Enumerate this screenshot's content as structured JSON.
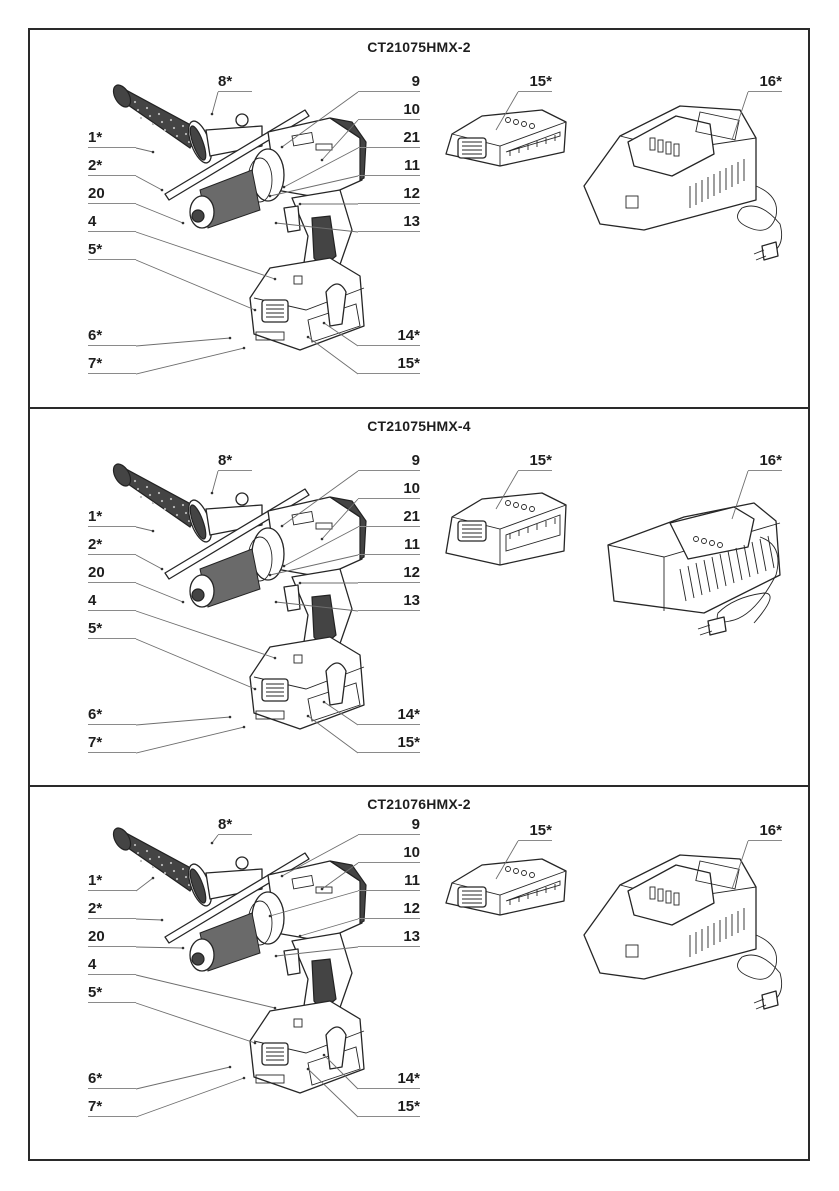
{
  "document": {
    "sections": [
      {
        "model": "CT21075HMX-2",
        "battery_variant": "compact",
        "charger_variant": "standard",
        "drill_labels": [
          {
            "text": "1*",
            "side": "left"
          },
          {
            "text": "2*",
            "side": "left"
          },
          {
            "text": "20",
            "side": "left"
          },
          {
            "text": "4",
            "side": "left"
          },
          {
            "text": "5*",
            "side": "left"
          },
          {
            "text": "6*",
            "side": "left"
          },
          {
            "text": "7*",
            "side": "left"
          },
          {
            "text": "8*",
            "side": "top"
          },
          {
            "text": "9",
            "side": "right"
          },
          {
            "text": "10",
            "side": "right"
          },
          {
            "text": "21",
            "side": "right"
          },
          {
            "text": "11",
            "side": "right"
          },
          {
            "text": "12",
            "side": "right"
          },
          {
            "text": "13",
            "side": "right"
          },
          {
            "text": "14*",
            "side": "right"
          },
          {
            "text": "15*",
            "side": "right"
          }
        ],
        "battery_label": "15*",
        "charger_label": "16*"
      },
      {
        "model": "CT21075HMX-4",
        "battery_variant": "large",
        "charger_variant": "fast",
        "drill_labels": [
          {
            "text": "1*",
            "side": "left"
          },
          {
            "text": "2*",
            "side": "left"
          },
          {
            "text": "20",
            "side": "left"
          },
          {
            "text": "4",
            "side": "left"
          },
          {
            "text": "5*",
            "side": "left"
          },
          {
            "text": "6*",
            "side": "left"
          },
          {
            "text": "7*",
            "side": "left"
          },
          {
            "text": "8*",
            "side": "top"
          },
          {
            "text": "9",
            "side": "right"
          },
          {
            "text": "10",
            "side": "right"
          },
          {
            "text": "21",
            "side": "right"
          },
          {
            "text": "11",
            "side": "right"
          },
          {
            "text": "12",
            "side": "right"
          },
          {
            "text": "13",
            "side": "right"
          },
          {
            "text": "14*",
            "side": "right"
          },
          {
            "text": "15*",
            "side": "right"
          }
        ],
        "battery_label": "15*",
        "charger_label": "16*"
      },
      {
        "model": "CT21076HMX-2",
        "battery_variant": "compact",
        "charger_variant": "standard",
        "drill_labels": [
          {
            "text": "1*",
            "side": "left"
          },
          {
            "text": "2*",
            "side": "left"
          },
          {
            "text": "20",
            "side": "left"
          },
          {
            "text": "4",
            "side": "left"
          },
          {
            "text": "5*",
            "side": "left"
          },
          {
            "text": "6*",
            "side": "left"
          },
          {
            "text": "7*",
            "side": "left"
          },
          {
            "text": "8*",
            "side": "top"
          },
          {
            "text": "9",
            "side": "right"
          },
          {
            "text": "10",
            "side": "right"
          },
          {
            "text": "11",
            "side": "right"
          },
          {
            "text": "12",
            "side": "right"
          },
          {
            "text": "13",
            "side": "right"
          },
          {
            "text": "14*",
            "side": "right"
          },
          {
            "text": "15*",
            "side": "right"
          }
        ],
        "battery_label": "15*",
        "charger_label": "16*"
      }
    ]
  }
}
